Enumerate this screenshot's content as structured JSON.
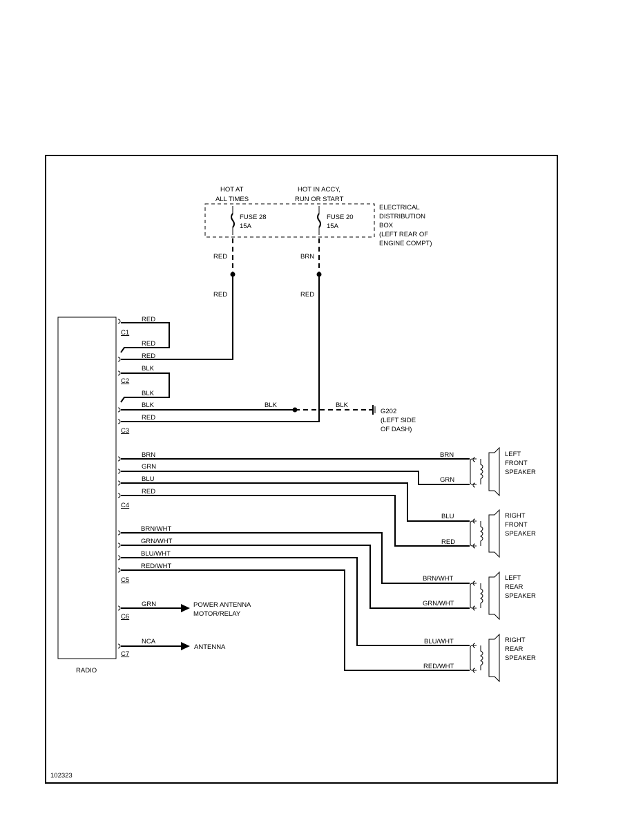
{
  "diagram_id": "102323",
  "power": {
    "hot_left": [
      "HOT AT",
      "ALL TIMES"
    ],
    "hot_right": [
      "HOT IN ACCY,",
      "RUN OR START"
    ],
    "fuse_left": [
      "FUSE 28",
      "15A"
    ],
    "fuse_right": [
      "FUSE 20",
      "15A"
    ],
    "box_label": [
      "ELECTRICAL",
      "DISTRIBUTION",
      "BOX",
      "(LEFT REAR OF",
      "ENGINE COMPT)"
    ]
  },
  "radio_label": "RADIO",
  "connectors": [
    "C1",
    "C2",
    "C3",
    "C4",
    "C5",
    "C6",
    "C7"
  ],
  "wires": {
    "red": "RED",
    "brn": "BRN",
    "blk": "BLK",
    "grn": "GRN",
    "blu": "BLU",
    "brn_wht": "BRN/WHT",
    "grn_wht": "GRN/WHT",
    "blu_wht": "BLU/WHT",
    "red_wht": "RED/WHT",
    "nca": "NCA"
  },
  "ground": [
    "G202",
    "(LEFT SIDE",
    "OF DASH)"
  ],
  "speakers": {
    "left_front": [
      "LEFT",
      "FRONT",
      "SPEAKER"
    ],
    "right_front": [
      "RIGHT",
      "FRONT",
      "SPEAKER"
    ],
    "left_rear": [
      "LEFT",
      "REAR",
      "SPEAKER"
    ],
    "right_rear": [
      "RIGHT",
      "REAR",
      "SPEAKER"
    ]
  },
  "outputs": {
    "power_antenna": [
      "POWER ANTENNA",
      "MOTOR/RELAY"
    ],
    "antenna": "ANTENNA"
  }
}
